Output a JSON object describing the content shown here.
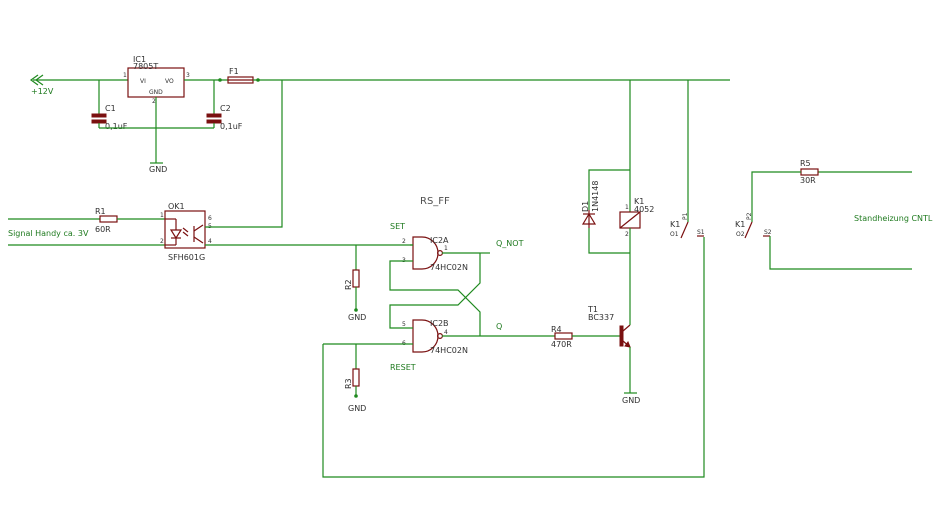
{
  "title": "RS_FF",
  "parts": {
    "ic1": {
      "name": "IC1",
      "value": "7805T",
      "vi": "VI",
      "vo": "VO",
      "gnd": "GND",
      "pin1": "1",
      "pin2": "2",
      "pin3": "3"
    },
    "c1": {
      "name": "C1",
      "value": "0,1uF"
    },
    "c2": {
      "name": "C2",
      "value": "0,1uF"
    },
    "f1": {
      "name": "F1"
    },
    "r1": {
      "name": "R1",
      "value": "60R"
    },
    "r2": {
      "name": "R2"
    },
    "r3": {
      "name": "R3"
    },
    "r4": {
      "name": "R4",
      "value": "470R"
    },
    "r5": {
      "name": "R5",
      "value": "30R"
    },
    "ok1": {
      "name": "OK1",
      "value": "SFH601G",
      "pin1": "1",
      "pin2": "2",
      "pin4": "4",
      "pin5": "5",
      "pin6": "6"
    },
    "ic2a": {
      "name": "IC2A",
      "value": "74HC02N",
      "pin1": "1",
      "pin2": "2",
      "pin3": "3"
    },
    "ic2b": {
      "name": "IC2B",
      "value": "74HC02N",
      "pin4": "4",
      "pin5": "5",
      "pin6": "6"
    },
    "d1": {
      "name": "D1",
      "value": "1N4148"
    },
    "k1": {
      "name": "K1",
      "value": "4052",
      "pin1": "1",
      "pin2": "2"
    },
    "k1p1": {
      "name": "K1",
      "pin_p": "P1",
      "pin_o": "O1",
      "pin_s": "S1"
    },
    "k1p2": {
      "name": "K1",
      "pin_p": "P2",
      "pin_o": "O2",
      "pin_s": "S2"
    },
    "t1": {
      "name": "T1",
      "value": "BC337"
    }
  },
  "nets": {
    "vcc": "+12V",
    "gnd1": "GND",
    "gnd2": "GND",
    "gnd3": "GND",
    "gnd4": "GND",
    "signal": "Signal Handy ca. 3V",
    "set": "SET",
    "reset": "RESET",
    "q_not": "Q_NOT",
    "q": "Q",
    "output": "Standheizung CNTL"
  }
}
